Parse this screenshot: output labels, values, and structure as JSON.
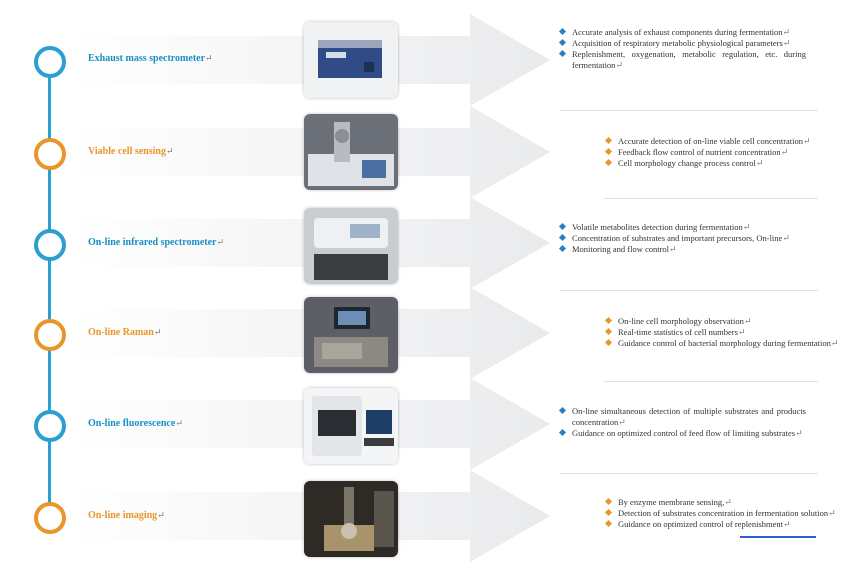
{
  "rows": [
    {
      "label": "Exhaust mass spectrometer",
      "bullets": [
        "Accurate analysis of exhaust components during fermentation",
        "Acquisition of respiratory metabolic physiological parameters",
        "Replenishment, oxygenation, metabolic regulation, etc. during fermentation"
      ]
    },
    {
      "label": "Viable cell sensing",
      "bullets": [
        "Accurate detection of on-line viable cell concentration",
        "Feedback flow control of nutrient concentration",
        "Cell morphology change process control"
      ]
    },
    {
      "label": "On-line infrared spectrometer",
      "bullets": [
        "Volatile metabolites detection during fermentation",
        "Concentration of substrates and important precursors, On-line",
        "Monitoring and flow control"
      ]
    },
    {
      "label": "On-line Raman",
      "bullets": [
        "On-line cell morphology observation",
        "Real-time statistics of cell numbers",
        "Guidance control of bacterial morphology during fermentation"
      ]
    },
    {
      "label": "On-line fluorescence",
      "bullets": [
        "On-line simultaneous detection of multiple substrates and products concentration",
        "Guidance on optimized control of feed flow of limiting substrates"
      ]
    },
    {
      "label": "On-line imaging",
      "bullets": [
        "By enzyme membrane sensing,",
        "Detection of substrates concentration in fermentation solution",
        "Guidance on optimized control of replenishment"
      ]
    }
  ],
  "pilcrow": "↵",
  "colors": {
    "blue": "#2a9fd0",
    "orange": "#e8962a"
  }
}
